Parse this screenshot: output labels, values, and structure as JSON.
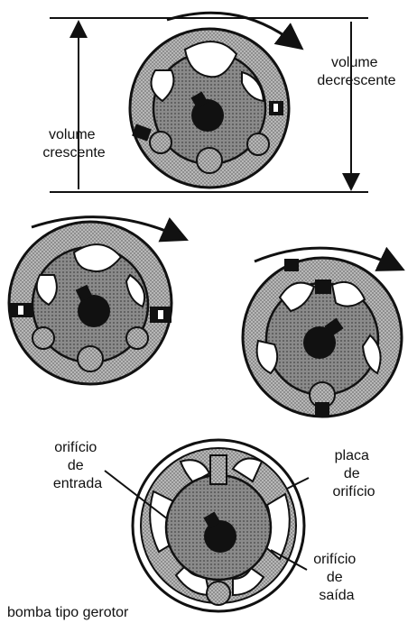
{
  "labels": {
    "volume_decreasing": [
      "volume",
      "decrescente"
    ],
    "volume_increasing": [
      "volume",
      "crescente"
    ],
    "inlet_port": [
      "orifício",
      "de",
      "entrada"
    ],
    "port_plate": [
      "placa",
      "de",
      "orifício"
    ],
    "outlet_port": [
      "orifício",
      "de",
      "saída"
    ],
    "caption": "bomba tipo gerotor"
  },
  "colors": {
    "ink": "#111111",
    "rotor_fill": "#8f8f8f",
    "housing_fill": "#b4b4b4",
    "pocket_fill": "#ffffff"
  },
  "icons": [
    "rotation-arrow-icon",
    "keyway-shaft-icon"
  ]
}
